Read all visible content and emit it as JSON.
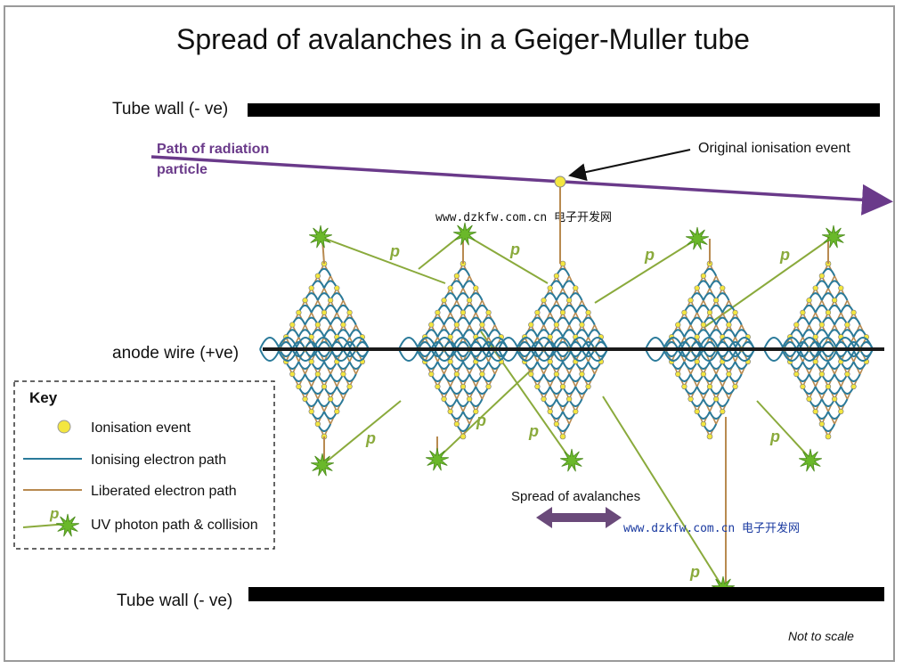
{
  "title": "Spread of avalanches in a Geiger-Muller  tube",
  "labels": {
    "tube_wall_top": "Tube wall (- ve)",
    "tube_wall_bottom": "Tube wall (- ve)",
    "anode_wire": "anode wire  (+ve)",
    "radiation_path_line1": "Path of radiation",
    "radiation_path_line2": "particle",
    "original_event": "Original ionisation event",
    "spread": "Spread of avalanches",
    "not_to_scale": "Not to scale",
    "photon_symbol": "p"
  },
  "key": {
    "heading": "Key",
    "items": [
      "Ionisation event",
      "Ionising electron path",
      "Liberated electron path",
      "UV photon path & collision"
    ]
  },
  "watermarks": [
    "www.dzkfw.com.cn 电子开发网",
    "www.dzkfw.com.cn 电子开发网"
  ],
  "colors": {
    "ionising": "#2a7a9a",
    "liberated": "#b88a50",
    "photon": "#8aaa3c",
    "radiation": "#6a3a8a",
    "event_fill": "#f3e640",
    "star": "#6ab82a"
  }
}
